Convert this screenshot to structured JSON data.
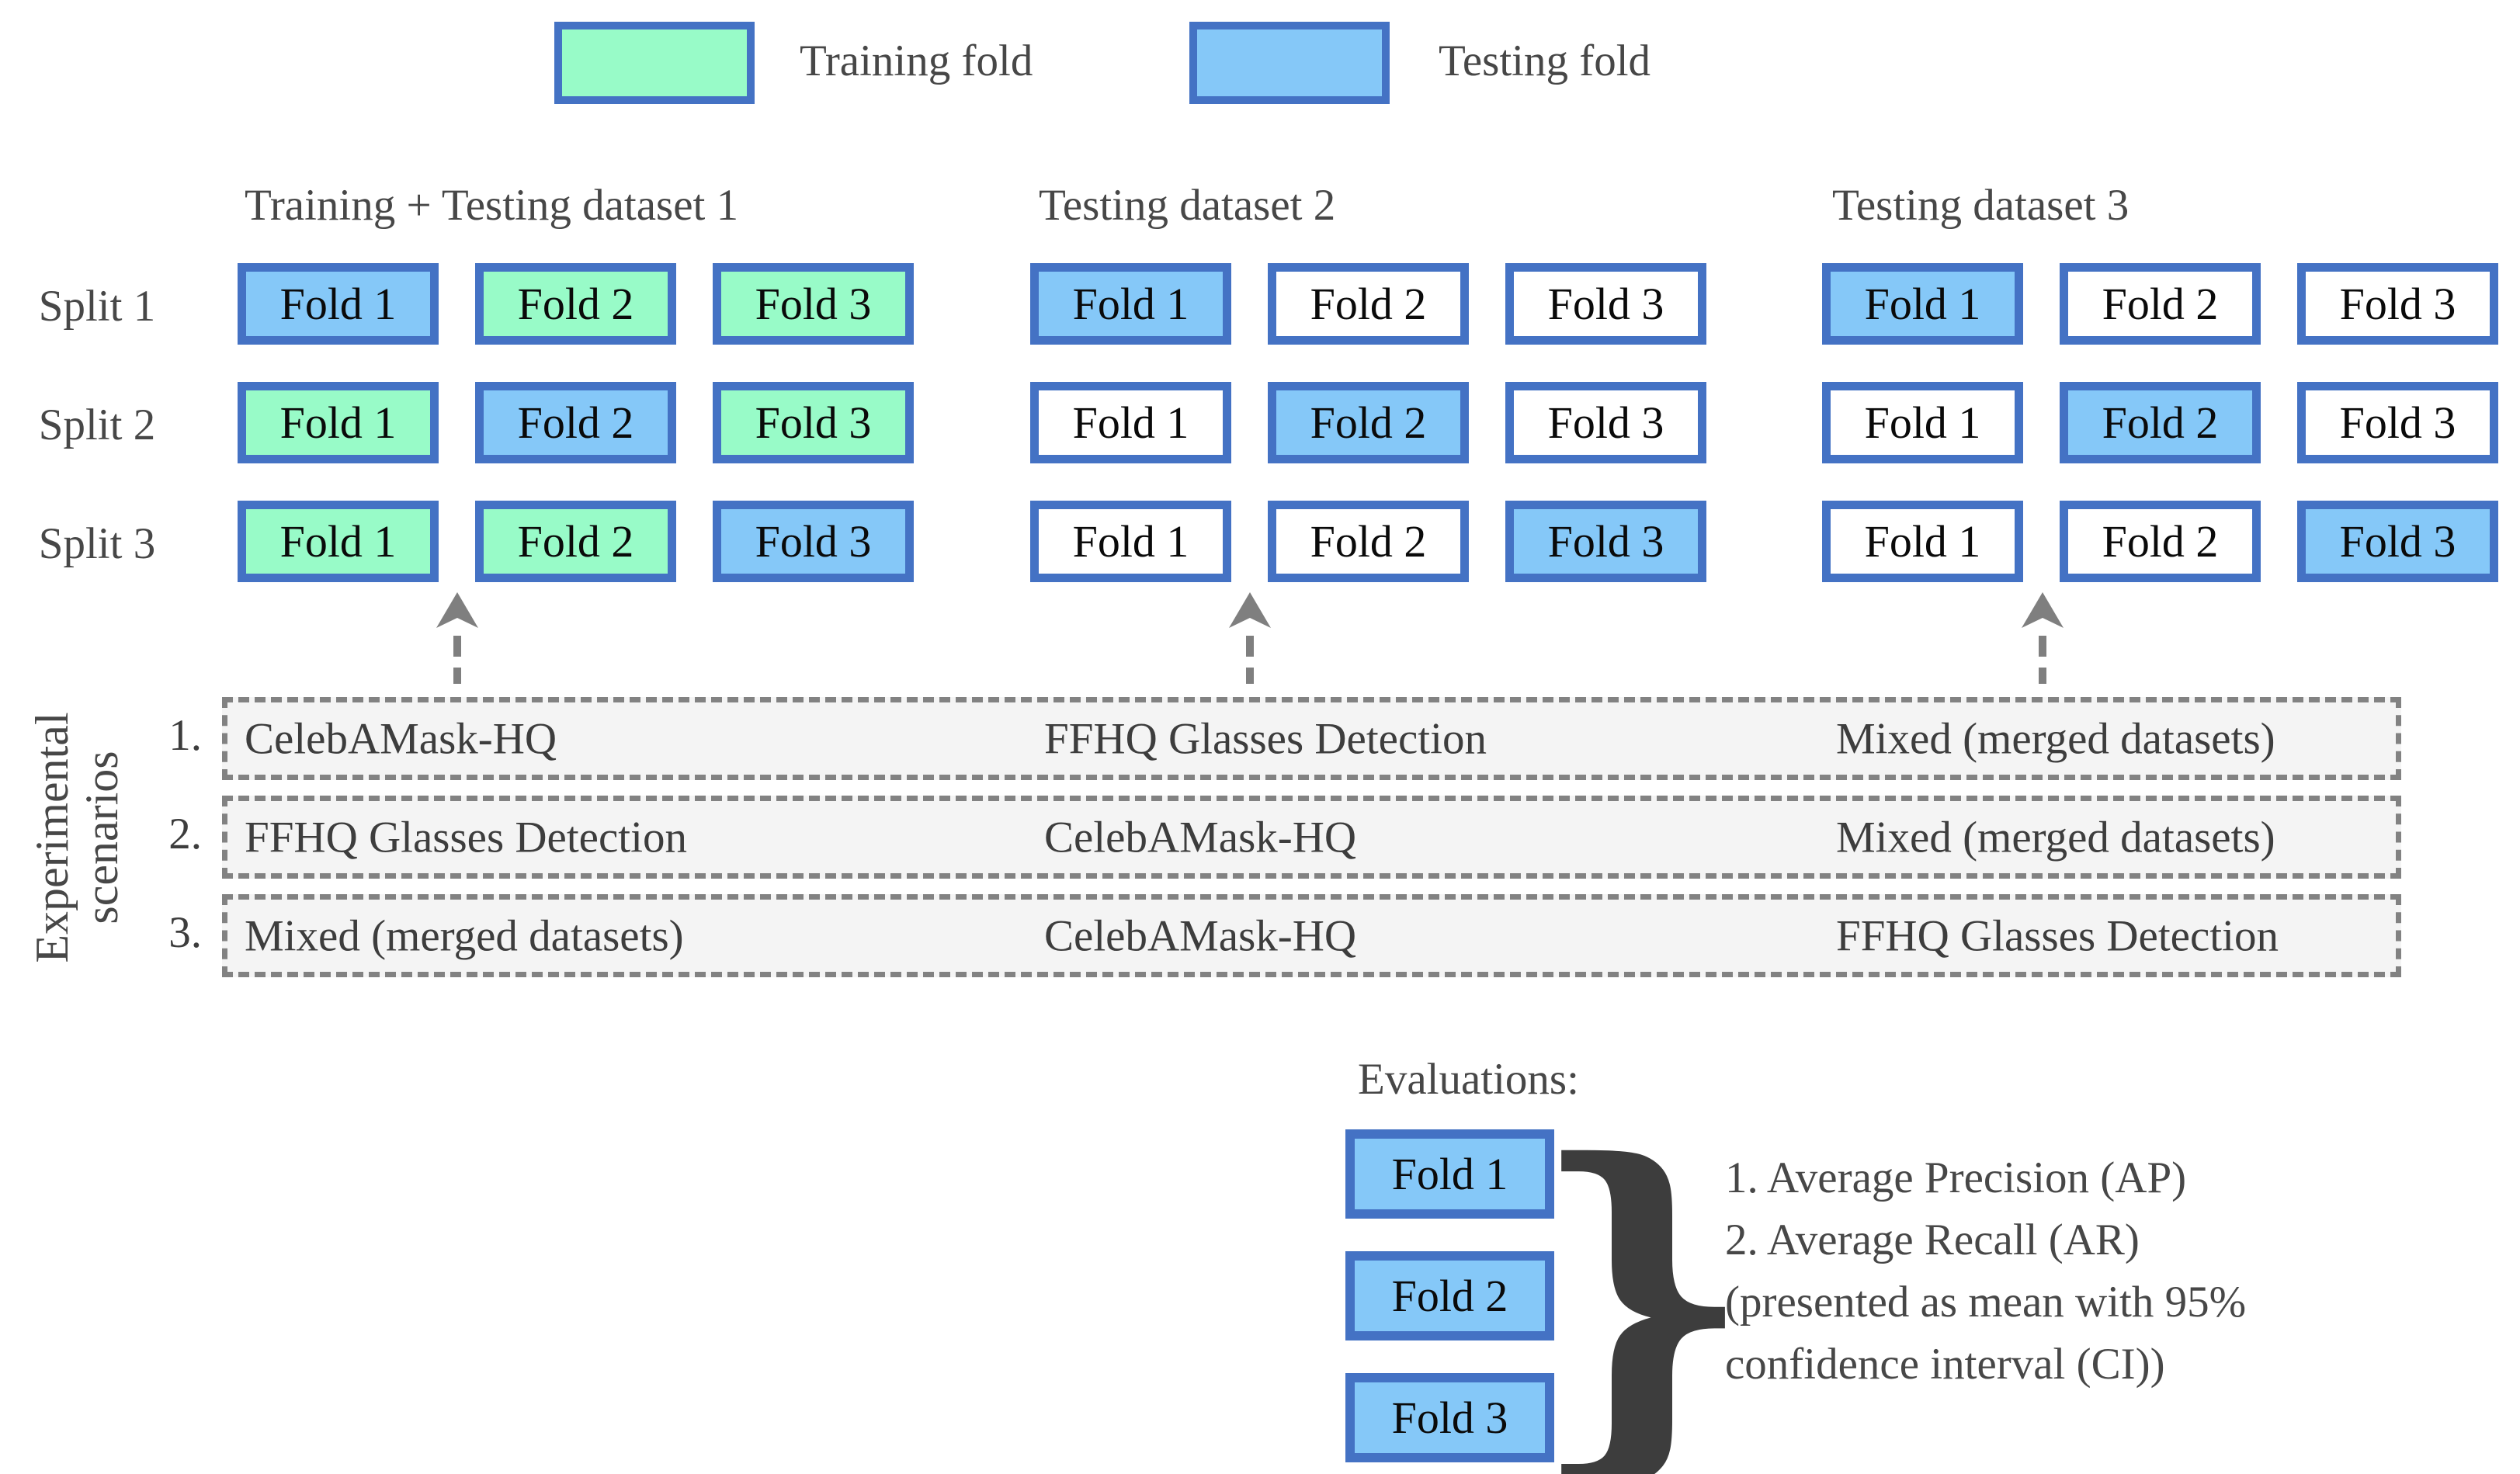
{
  "figure": {
    "legend": {
      "training_label": "Training fold",
      "testing_label": "Testing fold"
    },
    "fold_labels": [
      "Fold 1",
      "Fold 2",
      "Fold 3"
    ],
    "split_labels": [
      "Split 1",
      "Split 2",
      "Split 3"
    ],
    "datasets": [
      {
        "title": "Training + Testing dataset 1",
        "rows": [
          [
            "testing",
            "training",
            "training"
          ],
          [
            "training",
            "testing",
            "training"
          ],
          [
            "training",
            "training",
            "testing"
          ]
        ]
      },
      {
        "title": "Testing dataset 2",
        "rows": [
          [
            "testing",
            "empty",
            "empty"
          ],
          [
            "empty",
            "testing",
            "empty"
          ],
          [
            "empty",
            "empty",
            "testing"
          ]
        ]
      },
      {
        "title": "Testing dataset 3",
        "rows": [
          [
            "testing",
            "empty",
            "empty"
          ],
          [
            "empty",
            "testing",
            "empty"
          ],
          [
            "empty",
            "empty",
            "testing"
          ]
        ]
      }
    ],
    "scenarios_axis": {
      "line1": "Experimental",
      "line2": "scenarios"
    },
    "scenarios": [
      {
        "number": "1.",
        "training_testing_1": "CelebAMask-HQ",
        "testing_2": "FFHQ Glasses Detection",
        "testing_3": "Mixed (merged datasets)"
      },
      {
        "number": "2.",
        "training_testing_1": "FFHQ Glasses Detection",
        "testing_2": "CelebAMask-HQ",
        "testing_3": "Mixed (merged datasets)"
      },
      {
        "number": "3.",
        "training_testing_1": "Mixed (merged datasets)",
        "testing_2": "CelebAMask-HQ",
        "testing_3": "FFHQ Glasses Detection"
      }
    ],
    "evaluations": {
      "title": "Evaluations:",
      "folds": [
        "Fold 1",
        "Fold 2",
        "Fold 3"
      ],
      "brace": "}",
      "notes": [
        "1. Average Precision (AP)",
        "2. Average Recall (AR)",
        "(presented as mean with 95%",
        "confidence interval (CI))"
      ]
    },
    "colors": {
      "training_fill": "#98fbc8",
      "testing_fill": "#85c8f8",
      "box_border": "#4472c4",
      "arrow_gray": "#7f7f7f",
      "scenario_bg": "#f4f4f4",
      "dash_gray": "#828282",
      "text_gray": "#474747"
    }
  }
}
